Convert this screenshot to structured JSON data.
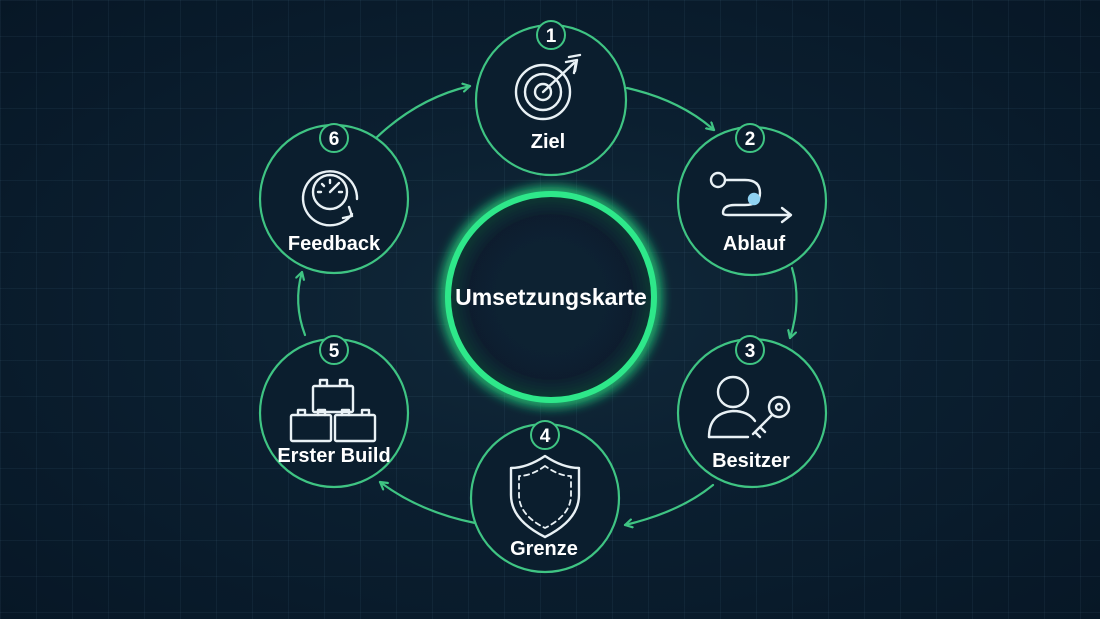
{
  "center": {
    "label": "Umsetzungskarte"
  },
  "steps": [
    {
      "number": "1",
      "label": "Ziel",
      "icon": "target-icon"
    },
    {
      "number": "2",
      "label": "Ablauf",
      "icon": "route-icon"
    },
    {
      "number": "3",
      "label": "Besitzer",
      "icon": "owner-key-icon"
    },
    {
      "number": "4",
      "label": "Grenze",
      "icon": "shield-icon"
    },
    {
      "number": "5",
      "label": "Erster Build",
      "icon": "building-blocks-icon"
    },
    {
      "number": "6",
      "label": "Feedback",
      "icon": "speedometer-icon"
    }
  ],
  "colors": {
    "accent": "#3fc483",
    "glow": "#2ee88a",
    "background": "#0b1f30",
    "text": "#ffffff"
  }
}
